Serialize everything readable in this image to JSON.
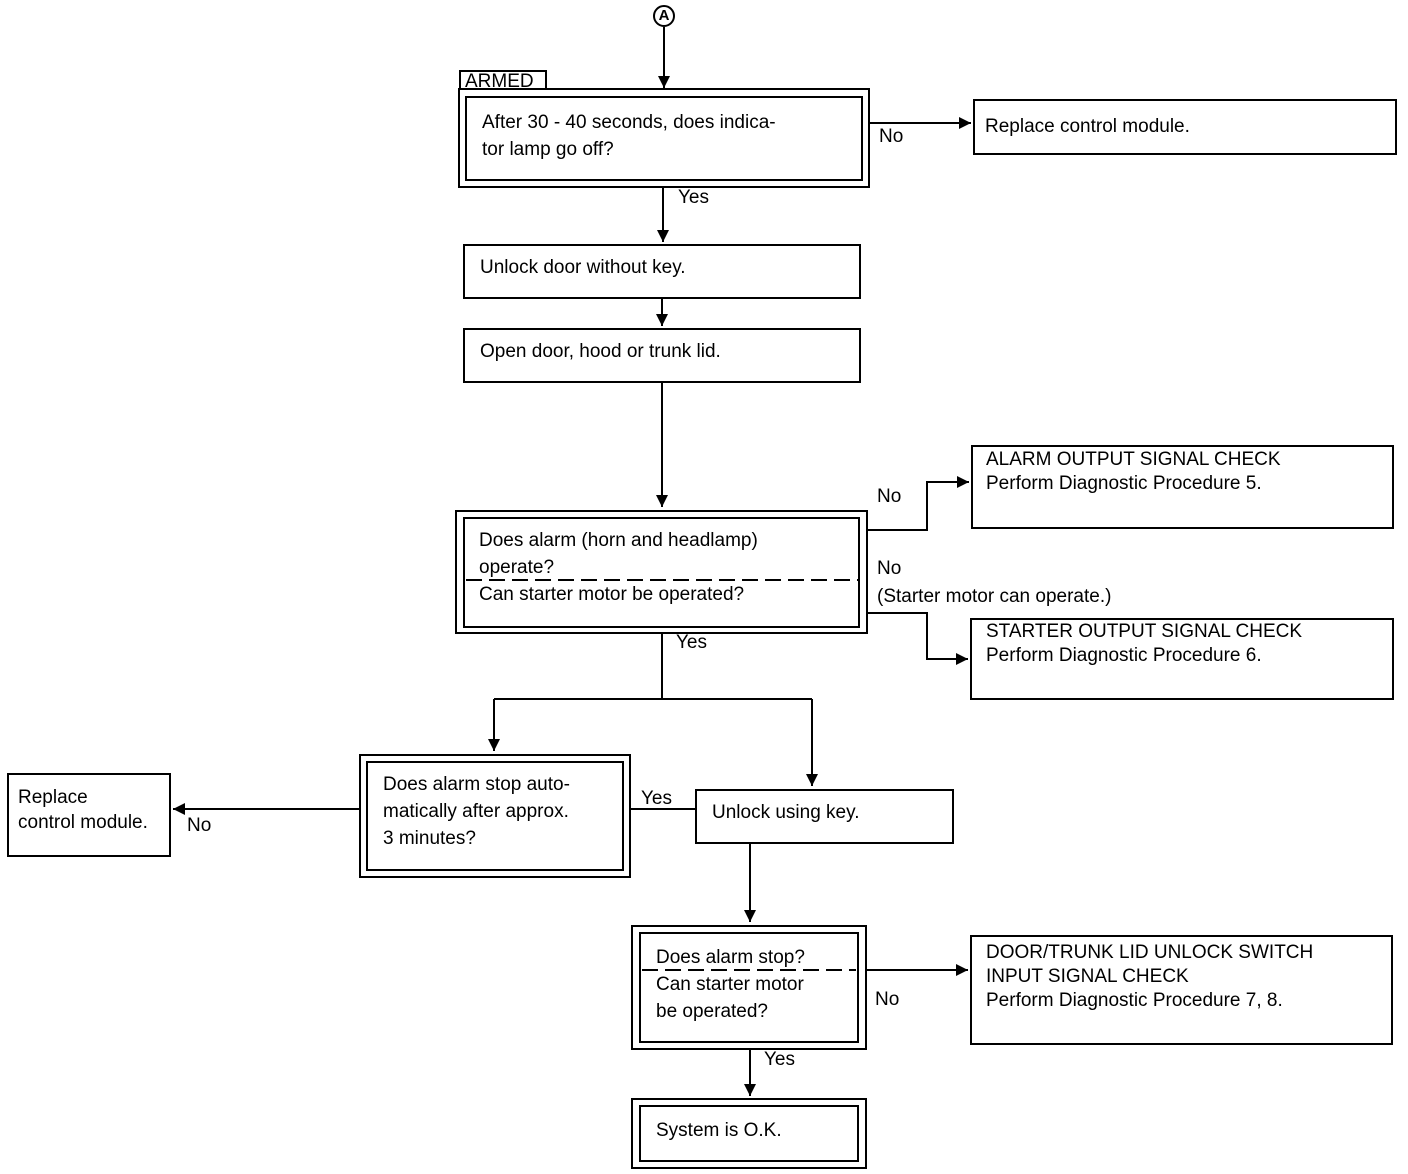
{
  "connector": "A",
  "armed_label": "ARMED",
  "q1": {
    "line1": "After 30 - 40 seconds, does indica-",
    "line2": "tor lamp go off?"
  },
  "replace_module_1": "Replace control module.",
  "step_unlock": "Unlock door without key.",
  "step_open": "Open door, hood or trunk lid.",
  "q2": {
    "line1": "Does alarm (horn and headlamp)",
    "line2": "operate?",
    "line3": "Can starter motor be operated?"
  },
  "alarm_check": {
    "line1": "ALARM OUTPUT SIGNAL CHECK",
    "line2": "Perform Diagnostic Procedure 5."
  },
  "starter_check": {
    "line1": "STARTER OUTPUT SIGNAL CHECK",
    "line2": "Perform Diagnostic Procedure 6."
  },
  "starter_note": "(Starter motor can operate.)",
  "q3": {
    "line1": "Does alarm stop auto-",
    "line2": "matically after approx.",
    "line3": "3 minutes?"
  },
  "replace_module_2": {
    "line1": "Replace",
    "line2": "control module."
  },
  "step_key": "Unlock using key.",
  "q4": {
    "line1": "Does alarm stop?",
    "line2": "Can starter motor",
    "line3": "be operated?"
  },
  "door_check": {
    "line1": "DOOR/TRUNK LID UNLOCK SWITCH",
    "line2": "INPUT SIGNAL CHECK",
    "line3": "Perform Diagnostic Procedure 7, 8."
  },
  "result_ok": "System is O.K.",
  "labels": {
    "yes": "Yes",
    "no": "No"
  }
}
